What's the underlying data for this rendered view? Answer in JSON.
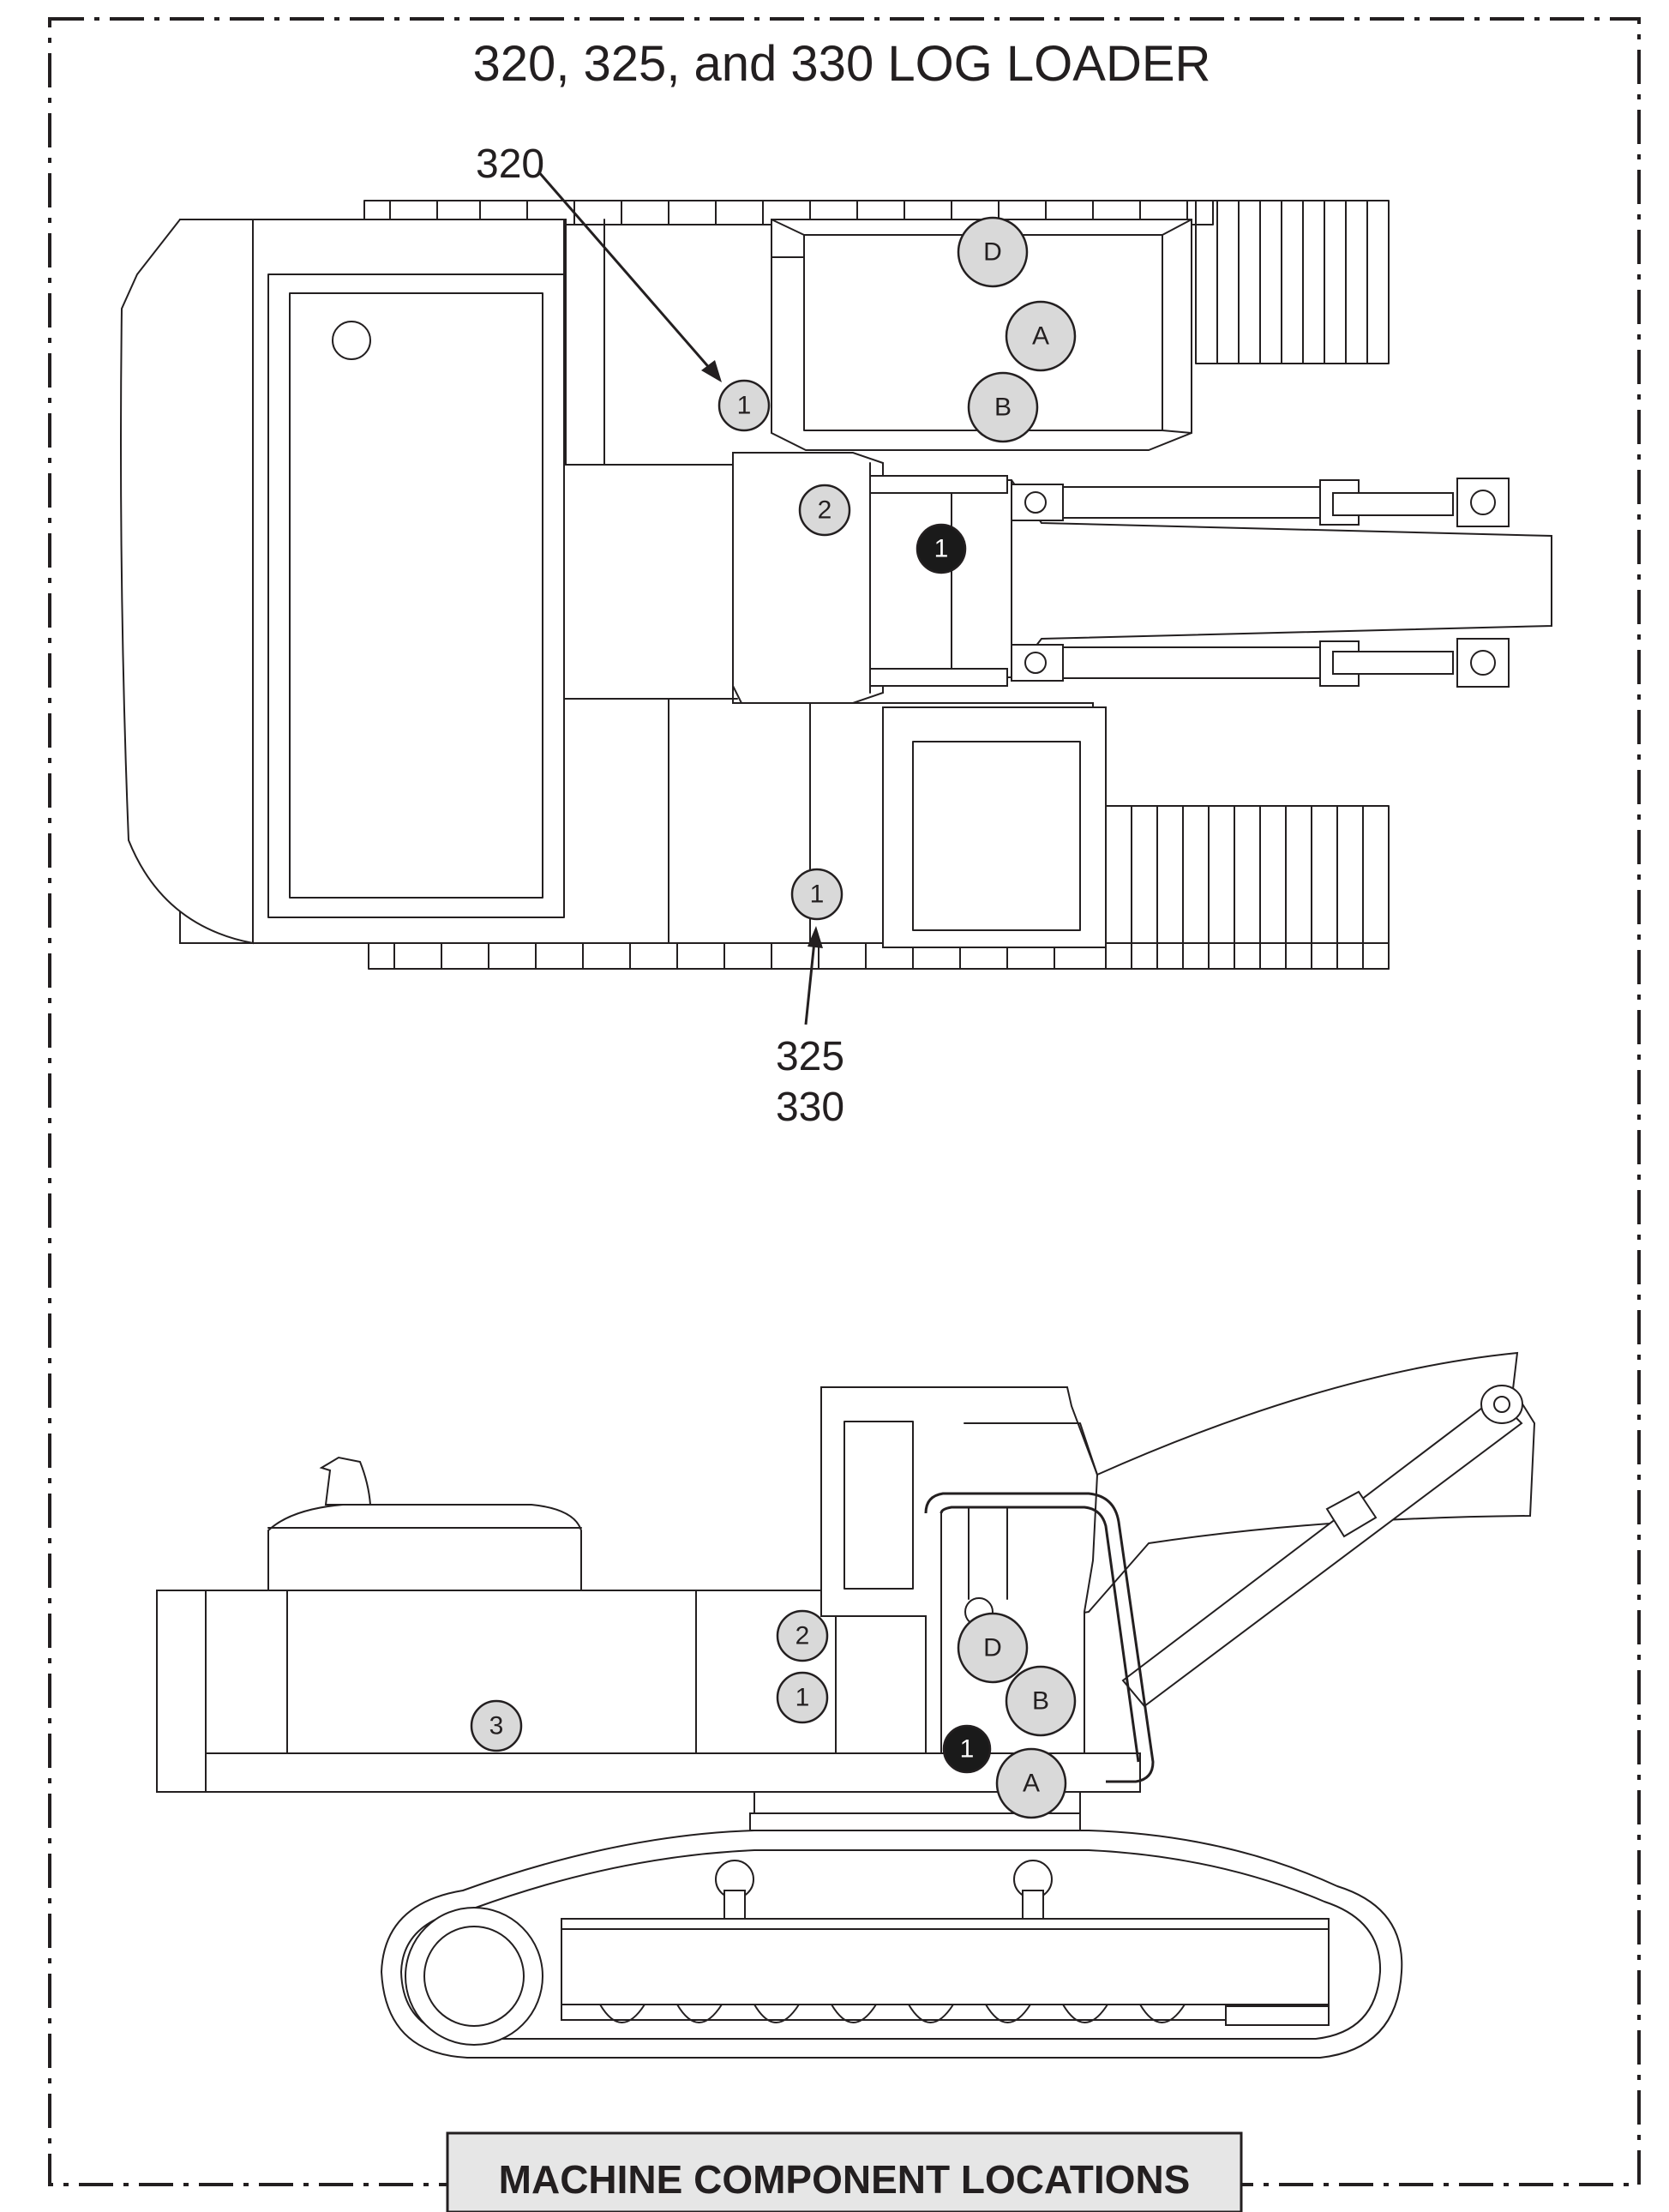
{
  "title": "320, 325, and 330 LOG LOADER",
  "footer_label": "MACHINE COMPONENT LOCATIONS",
  "model_labels": {
    "top_left_pointer": "320",
    "bottom_pointer_line1": "325",
    "bottom_pointer_line2": "330"
  },
  "top_view": {
    "callouts": [
      {
        "id": "top-d",
        "text": "D",
        "style": "grey"
      },
      {
        "id": "top-a",
        "text": "A",
        "style": "grey"
      },
      {
        "id": "top-1-left",
        "text": "1",
        "style": "grey"
      },
      {
        "id": "top-b",
        "text": "B",
        "style": "grey"
      },
      {
        "id": "top-2",
        "text": "2",
        "style": "grey"
      },
      {
        "id": "top-1-black",
        "text": "1",
        "style": "black"
      },
      {
        "id": "top-1-bottom",
        "text": "1",
        "style": "grey"
      }
    ]
  },
  "side_view": {
    "callouts": [
      {
        "id": "side-2",
        "text": "2",
        "style": "grey"
      },
      {
        "id": "side-1",
        "text": "1",
        "style": "grey"
      },
      {
        "id": "side-3",
        "text": "3",
        "style": "grey"
      },
      {
        "id": "side-d",
        "text": "D",
        "style": "grey"
      },
      {
        "id": "side-b",
        "text": "B",
        "style": "grey"
      },
      {
        "id": "side-1-black",
        "text": "1",
        "style": "black"
      },
      {
        "id": "side-a",
        "text": "A",
        "style": "grey"
      }
    ]
  },
  "colors": {
    "line": "#231f20",
    "callout_fill": "#d9d9d9",
    "callout_black": "#1a1a1a",
    "footer_fill": "#e6e6e6"
  }
}
